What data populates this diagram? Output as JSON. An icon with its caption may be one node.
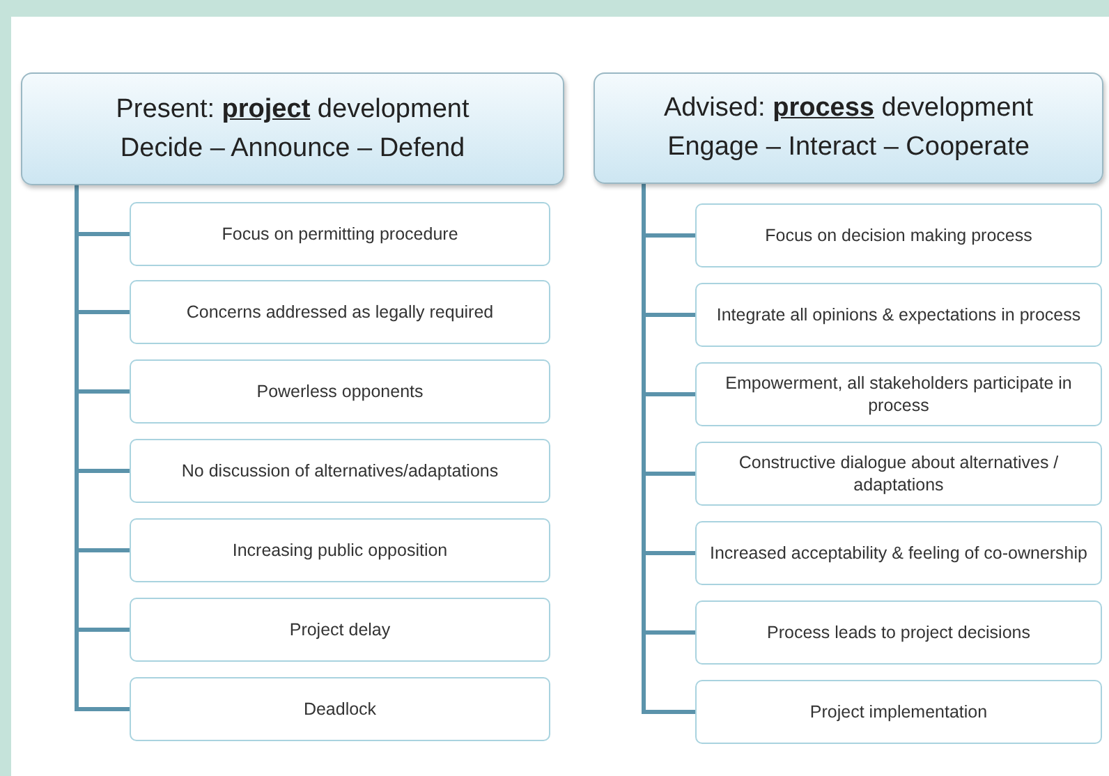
{
  "diagram": {
    "nodes": [
      {
        "text": [
          "Present: **project** development",
          "Decide – Announce – Defend"
        ]
      },
      {
        "text": [
          "Focus on permitting procedure"
        ]
      },
      {
        "text": [
          "Concerns addressed as legally required"
        ]
      },
      {
        "text": [
          "Powerless opponents"
        ]
      },
      {
        "text": [
          "No discussion of alternatives/adaptations"
        ]
      },
      {
        "text": [
          "Increasing public opposition"
        ]
      },
      {
        "text": [
          "Project delay"
        ]
      },
      {
        "text": [
          "Deadlock"
        ]
      },
      {
        "text": [
          "Advised: **process** development",
          "Engage – Interact – Cooperate"
        ]
      },
      {
        "text": [
          "Focus on decision making process"
        ]
      },
      {
        "text": [
          "Integrate all opinions & expectations in process"
        ]
      },
      {
        "text": [
          "Empowerment, all stakeholders participate in process"
        ]
      },
      {
        "text": [
          "Constructive dialogue about alternatives / adaptations"
        ]
      },
      {
        "text": [
          "Increased acceptability & feeling of co-ownership"
        ]
      },
      {
        "text": [
          "Process leads to project decisions"
        ]
      },
      {
        "text": [
          "Project implementation"
        ]
      }
    ],
    "edges": [
      {
        "from": 0,
        "to": 1,
        "arrow": "none"
      },
      {
        "from": 0,
        "to": 2,
        "arrow": "none"
      },
      {
        "from": 0,
        "to": 3,
        "arrow": "none"
      },
      {
        "from": 0,
        "to": 4,
        "arrow": "none"
      },
      {
        "from": 0,
        "to": 5,
        "arrow": "none"
      },
      {
        "from": 0,
        "to": 6,
        "arrow": "none"
      },
      {
        "from": 0,
        "to": 7,
        "arrow": "none"
      },
      {
        "from": 8,
        "to": 9,
        "arrow": "none"
      },
      {
        "from": 8,
        "to": 10,
        "arrow": "none"
      },
      {
        "from": 8,
        "to": 11,
        "arrow": "none"
      },
      {
        "from": 8,
        "to": 12,
        "arrow": "none"
      },
      {
        "from": 8,
        "to": 13,
        "arrow": "none"
      },
      {
        "from": 8,
        "to": 14,
        "arrow": "none"
      },
      {
        "from": 8,
        "to": 15,
        "arrow": "none"
      }
    ]
  }
}
